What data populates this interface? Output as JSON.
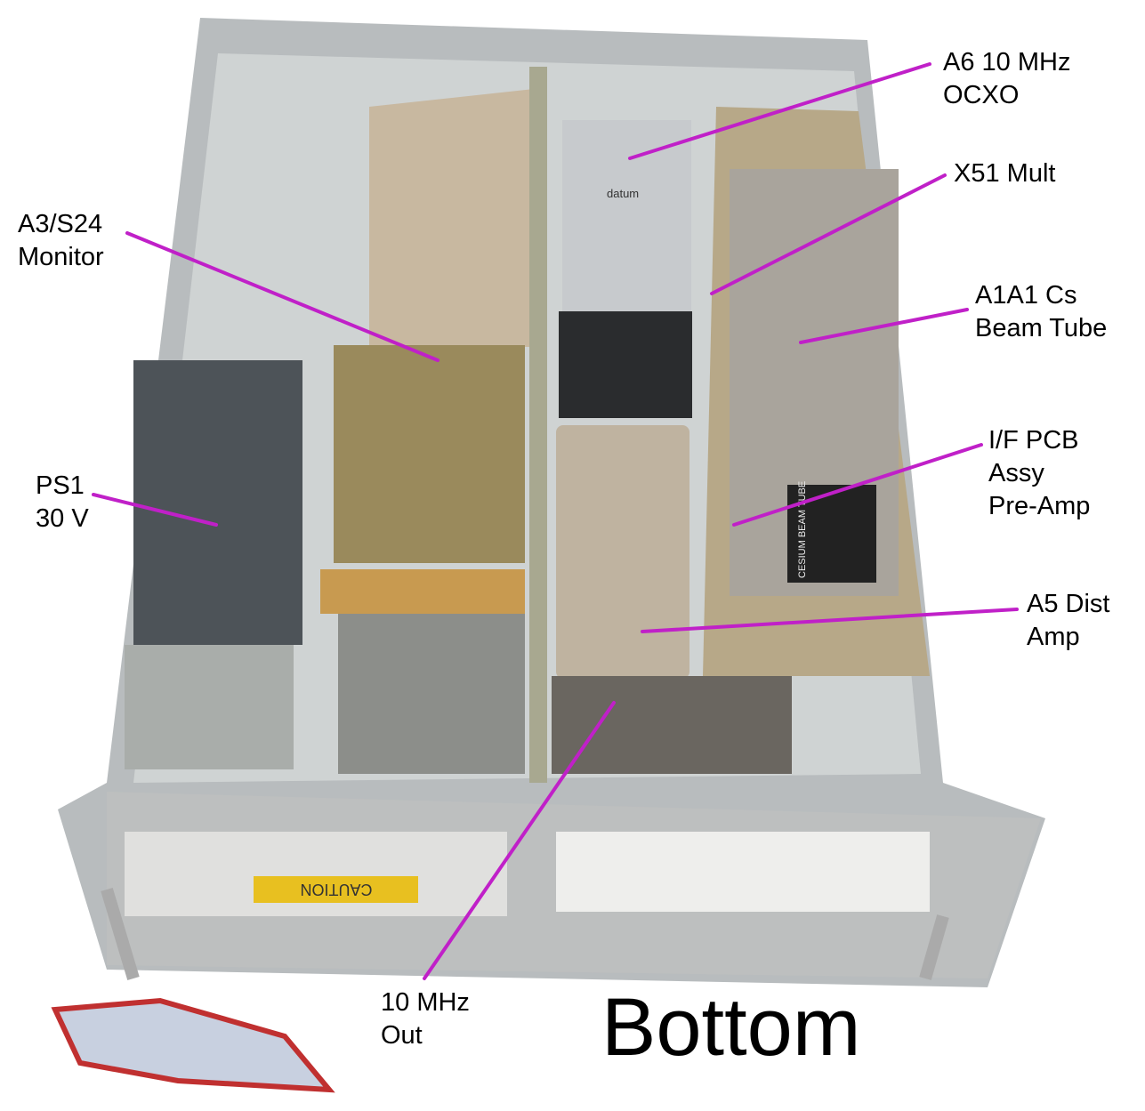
{
  "title": "Bottom",
  "accent_color": "#c020c8",
  "labels": [
    {
      "id": "a6",
      "lines": [
        "A6 10 MHz",
        "OCXO"
      ]
    },
    {
      "id": "x51",
      "lines": [
        "X51 Mult"
      ]
    },
    {
      "id": "a1a1",
      "lines": [
        "A1A1 Cs",
        "Beam Tube"
      ]
    },
    {
      "id": "ifpcb",
      "lines": [
        "I/F PCB",
        "Assy",
        "Pre-Amp"
      ]
    },
    {
      "id": "a5",
      "lines": [
        "A5 Dist",
        "Amp"
      ]
    },
    {
      "id": "a3",
      "lines": [
        "A3/S24",
        "Monitor"
      ]
    },
    {
      "id": "ps1",
      "lines": [
        "PS1",
        "30 V"
      ]
    },
    {
      "id": "out",
      "lines": [
        "10 MHz",
        "Out"
      ]
    }
  ],
  "photo_text": {
    "oscillator_brand": "datum",
    "caution_label": "CAUTION",
    "tube_label": "CESIUM BEAM TUBE"
  }
}
